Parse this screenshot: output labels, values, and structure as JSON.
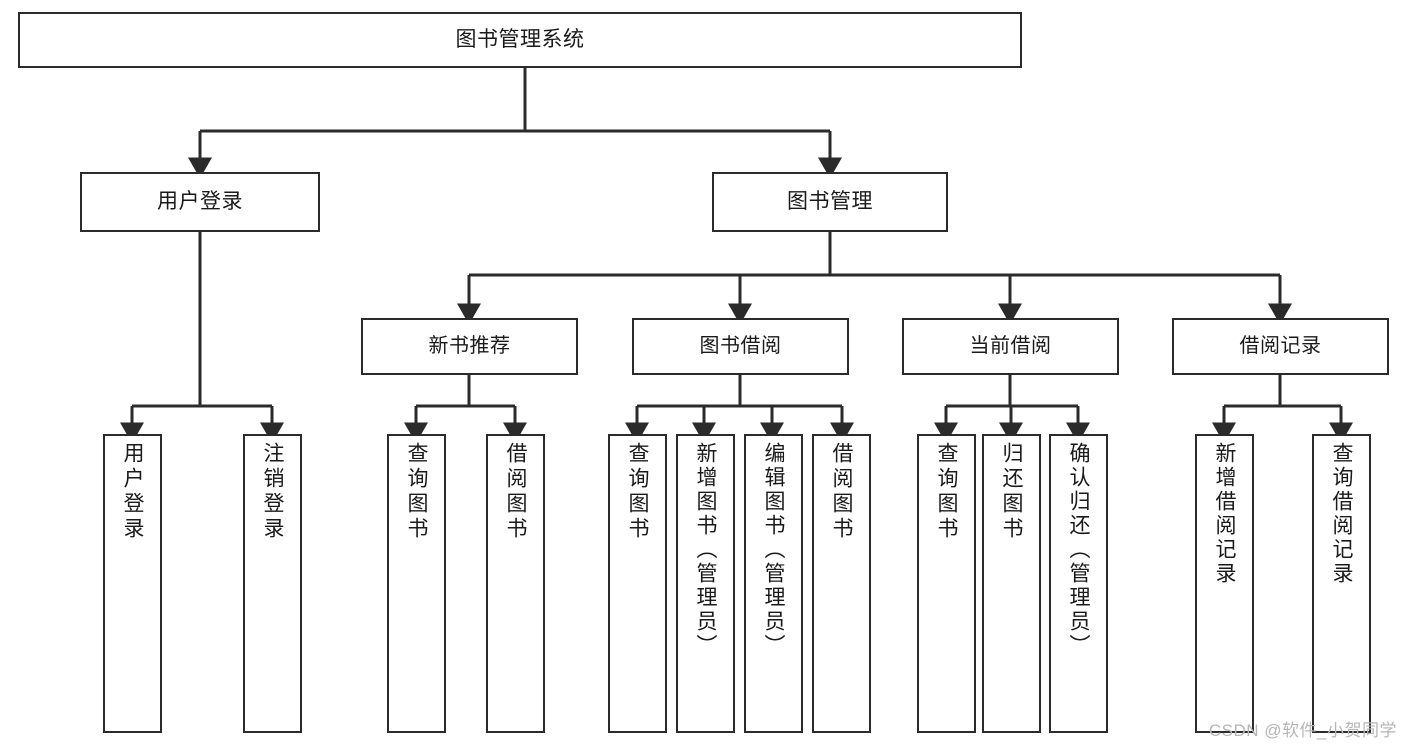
{
  "diagram": {
    "title": "图书管理系统",
    "type": "hierarchy-tree",
    "orientation": "top-down",
    "colors": {
      "box_border": "#2b2b2b",
      "box_fill": "#ffffff",
      "connector": "#2b2b2b",
      "background": "#ffffff",
      "watermark": "#b6b6b6"
    }
  },
  "nodes": {
    "root": {
      "label": "图书管理系统",
      "level": 1
    },
    "level2": [
      {
        "id": "user-login",
        "label": "用户登录"
      },
      {
        "id": "book-management",
        "label": "图书管理"
      }
    ],
    "level3": [
      {
        "id": "new-book-recommend",
        "label": "新书推荐"
      },
      {
        "id": "book-borrow",
        "label": "图书借阅"
      },
      {
        "id": "current-borrow",
        "label": "当前借阅"
      },
      {
        "id": "borrow-record",
        "label": "借阅记录"
      }
    ],
    "leaves": {
      "user-login": [
        {
          "id": "leaf-user-login",
          "label": "用户登录"
        },
        {
          "id": "leaf-logout",
          "label": "注销登录"
        }
      ],
      "new-book-recommend": [
        {
          "id": "leaf-query-book-1",
          "label": "查询图书"
        },
        {
          "id": "leaf-borrow-book-1",
          "label": "借阅图书"
        }
      ],
      "book-borrow": [
        {
          "id": "leaf-query-book-2",
          "label": "查询图书"
        },
        {
          "id": "leaf-add-book",
          "label": "新增图书（管理员）"
        },
        {
          "id": "leaf-edit-book",
          "label": "编辑图书（管理员）"
        },
        {
          "id": "leaf-borrow-book-2",
          "label": "借阅图书"
        }
      ],
      "current-borrow": [
        {
          "id": "leaf-query-book-3",
          "label": "查询图书"
        },
        {
          "id": "leaf-return-book",
          "label": "归还图书"
        },
        {
          "id": "leaf-confirm-return",
          "label": "确认归还（管理员）"
        }
      ],
      "borrow-record": [
        {
          "id": "leaf-add-record",
          "label": "新增借阅记录"
        },
        {
          "id": "leaf-query-record",
          "label": "查询借阅记录"
        }
      ]
    }
  },
  "watermark": {
    "text": "CSDN @软件_小贺同学"
  }
}
